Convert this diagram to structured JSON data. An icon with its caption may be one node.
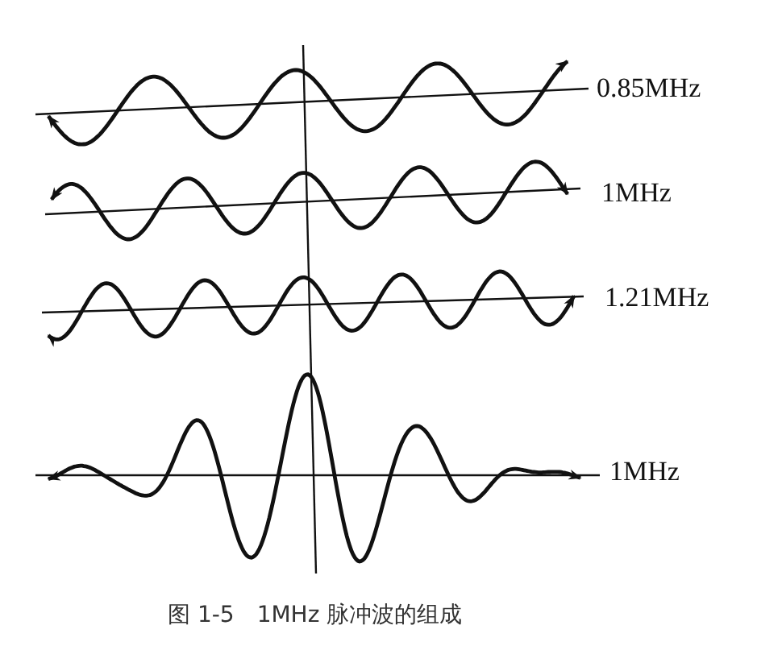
{
  "diagram": {
    "caption": "图 1-5　1MHz 脉冲波的组成",
    "labels": [
      "0.85MHz",
      "1MHz",
      "1.21MHz",
      "1MHz"
    ]
  }
}
